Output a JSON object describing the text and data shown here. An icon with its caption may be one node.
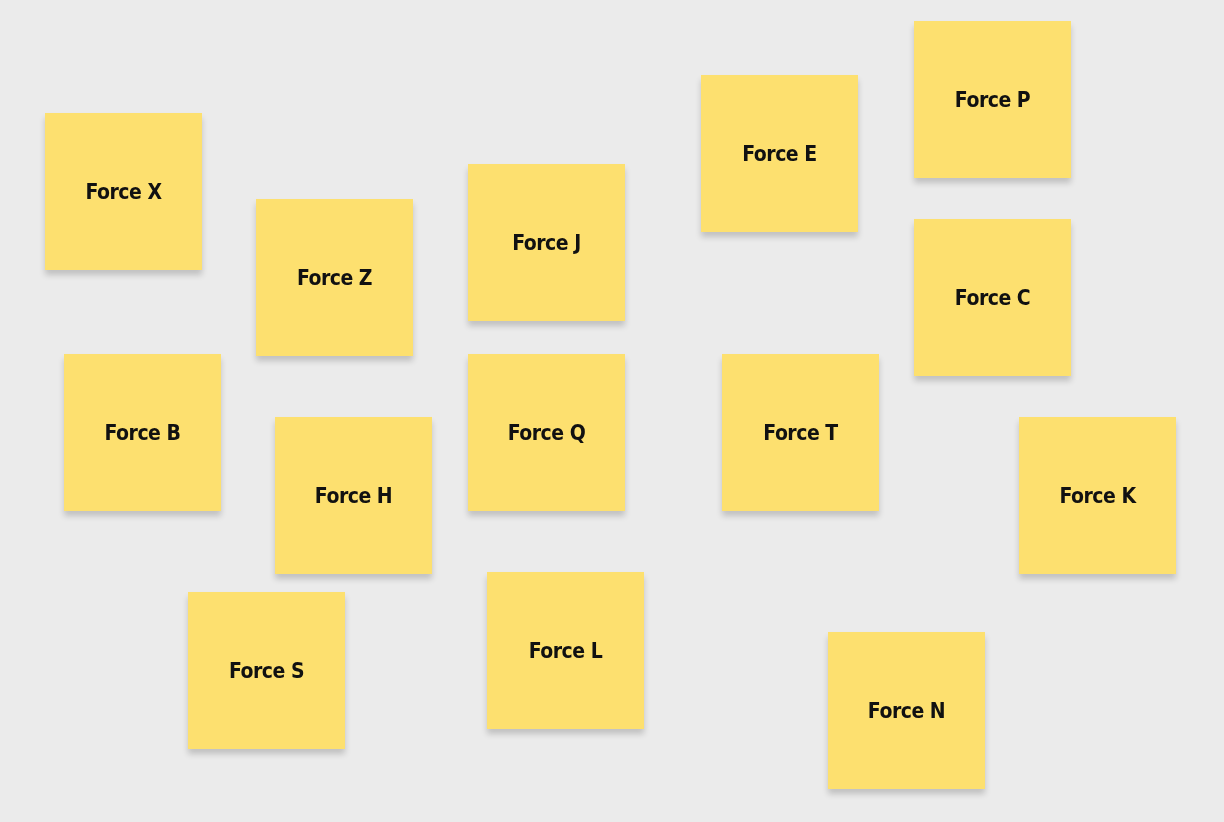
{
  "diagram": {
    "nodes": [
      {
        "text": [
          "Force P"
        ]
      },
      {
        "text": [
          "Force E"
        ]
      },
      {
        "text": [
          "Force X"
        ]
      },
      {
        "text": [
          "Force J"
        ]
      },
      {
        "text": [
          "Force Z"
        ]
      },
      {
        "text": [
          "Force C"
        ]
      },
      {
        "text": [
          "Force B"
        ]
      },
      {
        "text": [
          "Force Q"
        ]
      },
      {
        "text": [
          "Force T"
        ]
      },
      {
        "text": [
          "Force H"
        ]
      },
      {
        "text": [
          "Force K"
        ]
      },
      {
        "text": [
          "Force L"
        ]
      },
      {
        "text": [
          "Force S"
        ]
      },
      {
        "text": [
          "Force N"
        ]
      }
    ]
  }
}
